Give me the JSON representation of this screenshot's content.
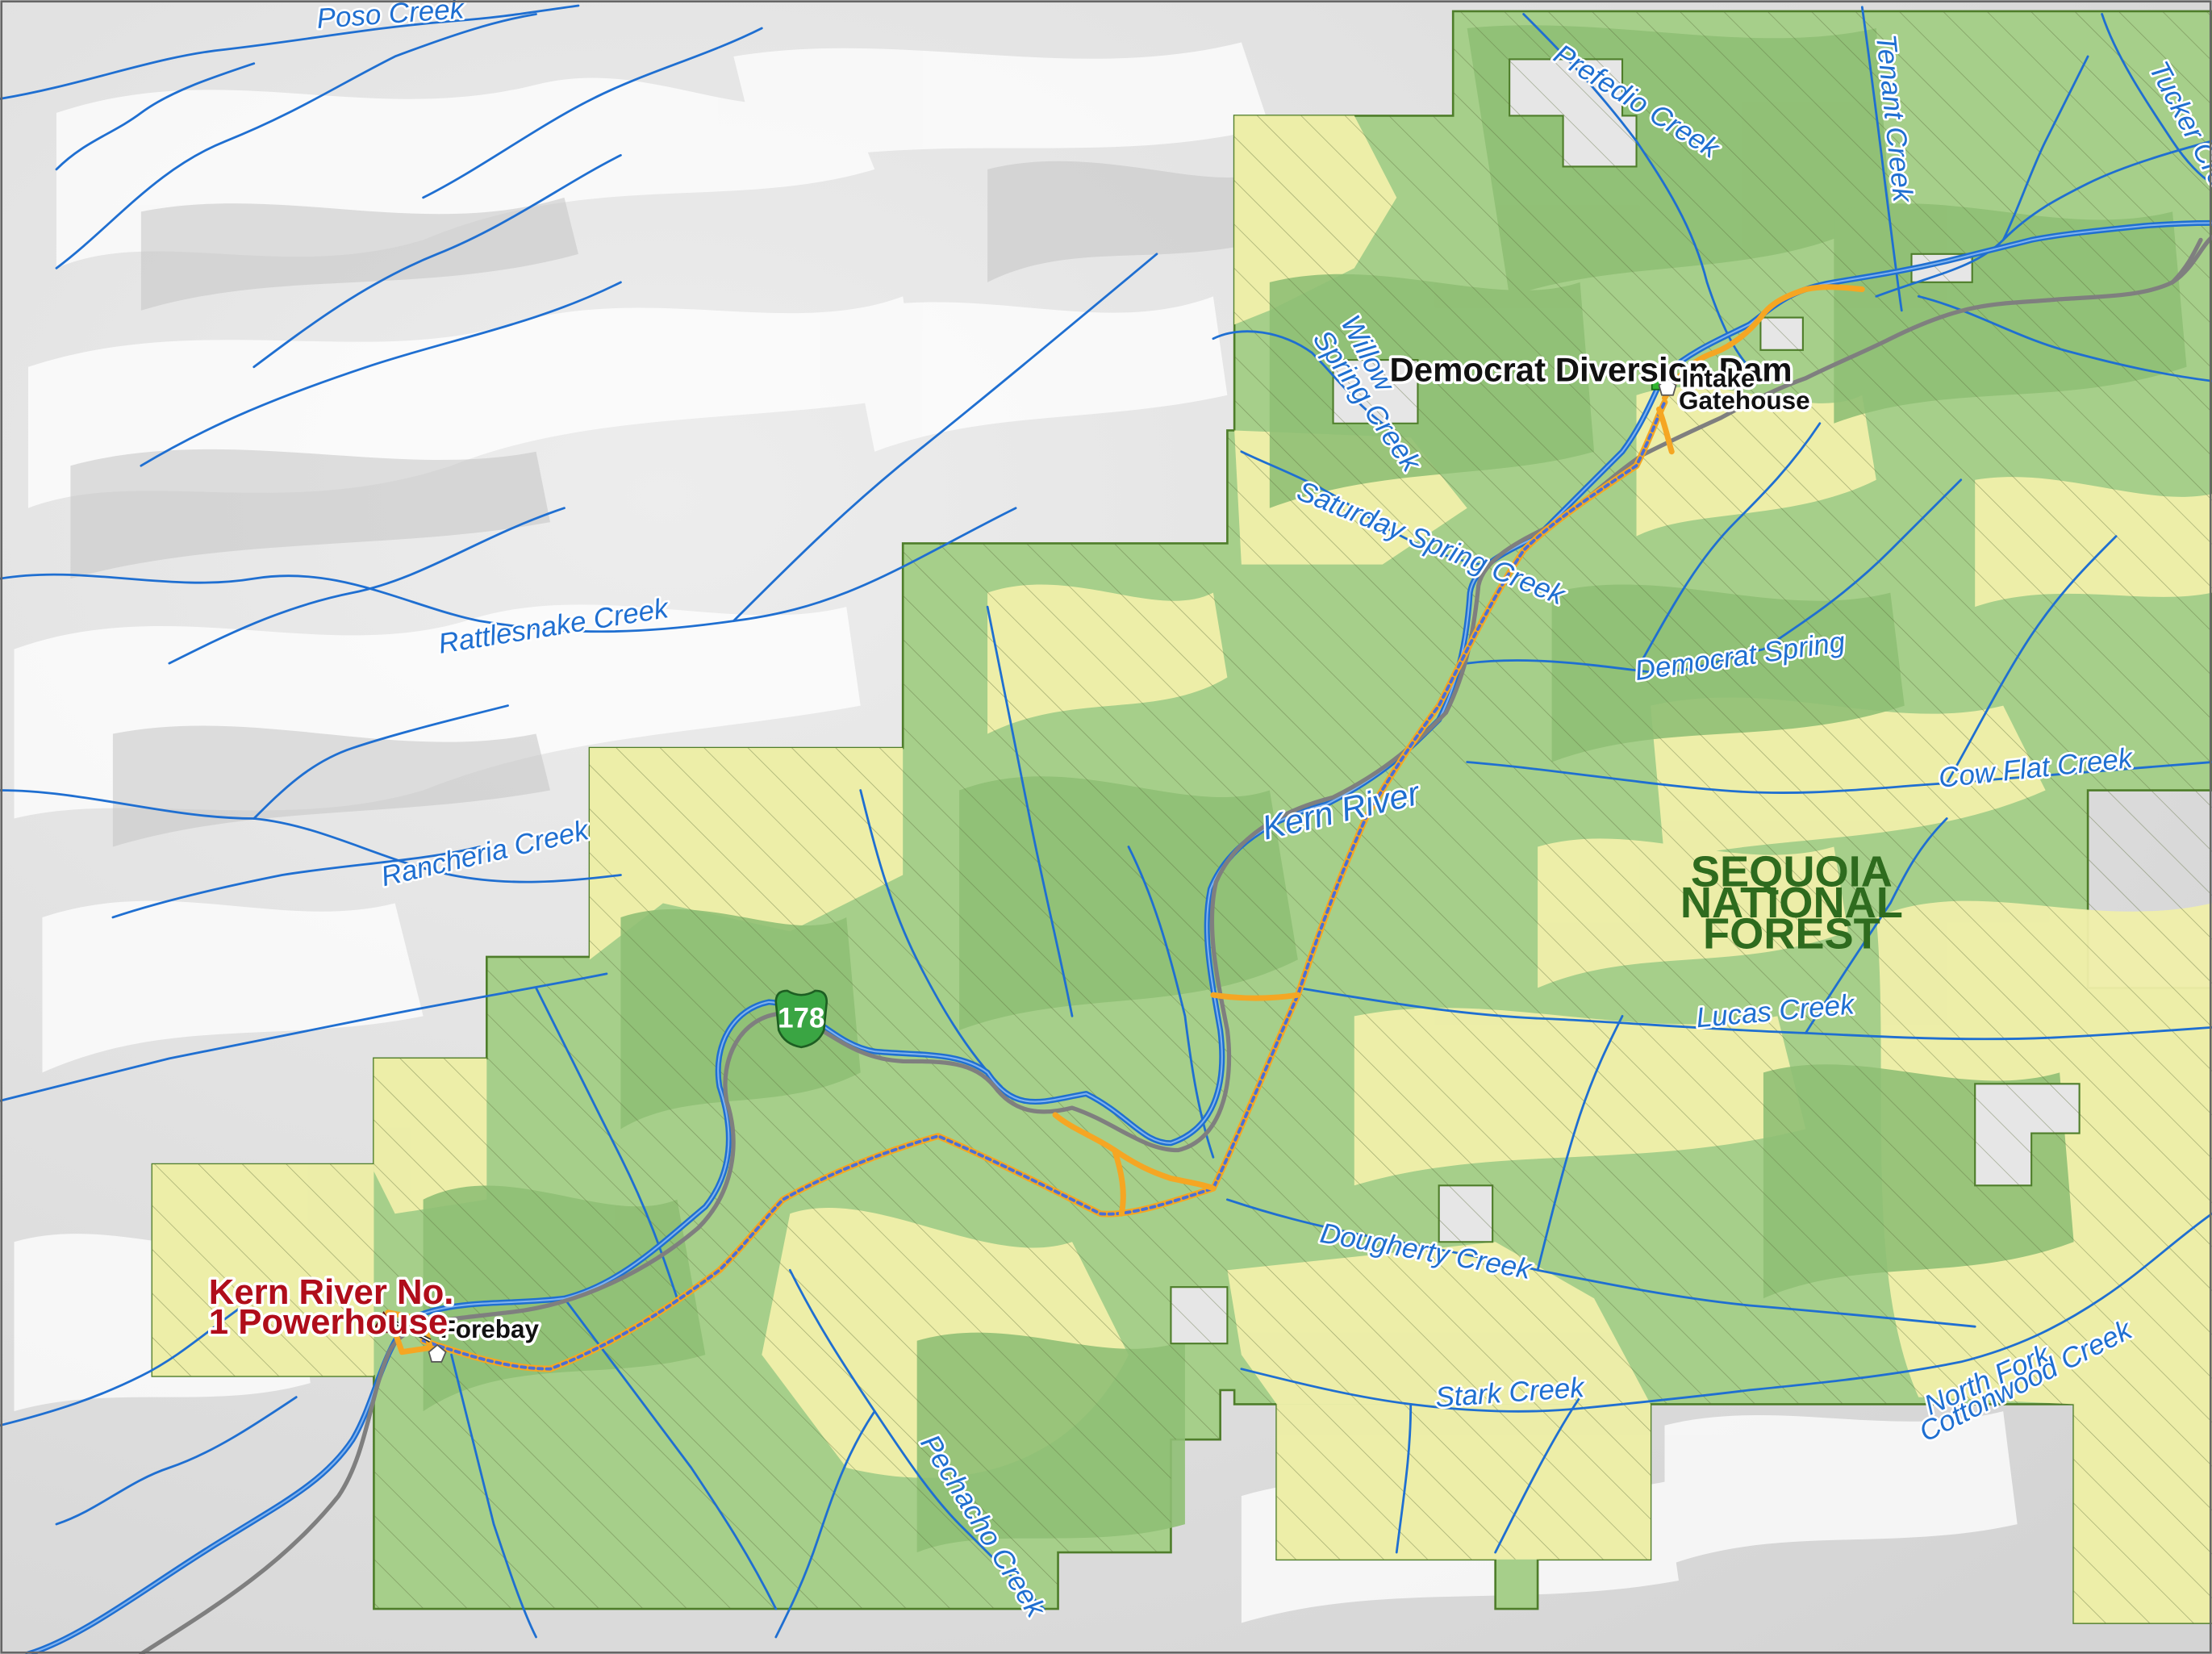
{
  "creeks": {
    "poso": "Poso Creek",
    "prefedio": "Prefedio Creek",
    "tenant": "Tenant Creek",
    "tucker": "Tucker Creek",
    "willow_spring_1": "Willow",
    "willow_spring_2": "Spring Creek",
    "saturday_spring": "Saturday Spring Creek",
    "rattlesnake": "Rattlesnake Creek",
    "democrat_spring": "Democrat Spring",
    "cow_flat": "Cow Flat Creek",
    "rancheria": "Rancheria Creek",
    "lucas": "Lucas Creek",
    "dougherty": "Dougherty Creek",
    "stark": "Stark Creek",
    "pechacho": "Pechacho Creek",
    "north_fork_cottonwood_1": "North Fork",
    "north_fork_cottonwood_2": "Cottonwood Creek"
  },
  "river": {
    "name": "Kern River"
  },
  "facilities": {
    "dam": "Democrat Diversion Dam",
    "intake_1": "Intake",
    "intake_2": "Gatehouse",
    "forebay": "Forebay",
    "powerhouse_1": "Kern River No.",
    "powerhouse_2": "1 Powerhouse"
  },
  "forest": {
    "line1": "SEQUOIA",
    "line2": "NATIONAL",
    "line3": "FOREST"
  },
  "highway": {
    "number": "178"
  },
  "colors": {
    "relief_gray": "#d9d9d9",
    "forest_green": "#a3cc86",
    "forest_dark_green": "#8cbd72",
    "light_yellow": "#f2f2b0",
    "boundary_green": "#4e7d2a",
    "stream_blue": "#1f6fd1",
    "road_gray": "#7f7f7f",
    "project_orange": "#f5a623",
    "conduit_blue": "#4a6fd6",
    "powerhouse_red": "#cc1f1f",
    "dam_green": "#2fb52f",
    "shield_green": "#3aa543"
  }
}
